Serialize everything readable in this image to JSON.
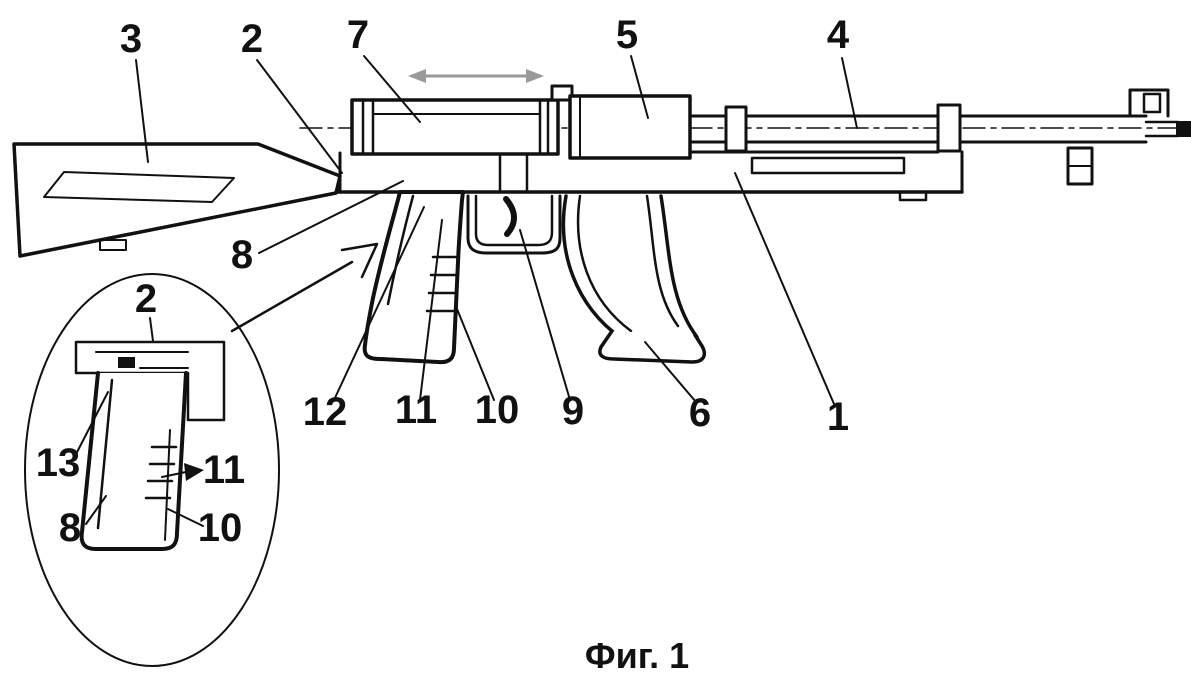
{
  "caption": "Фиг. 1",
  "main_callouts": {
    "c3": "3",
    "c2": "2",
    "c7": "7",
    "c5": "5",
    "c4": "4",
    "c8": "8",
    "c12": "12",
    "c11": "11",
    "c10": "10",
    "c9": "9",
    "c6": "6",
    "c1": "1"
  },
  "inset_callouts": {
    "c2": "2",
    "c13": "13",
    "c8": "8",
    "c11": "11",
    "c10": "10"
  },
  "colors": {
    "line": "#111111",
    "highlight_gray": "#c9c9c9",
    "motion_arrow_gray": "#9a9a9a",
    "background": "#ffffff"
  }
}
